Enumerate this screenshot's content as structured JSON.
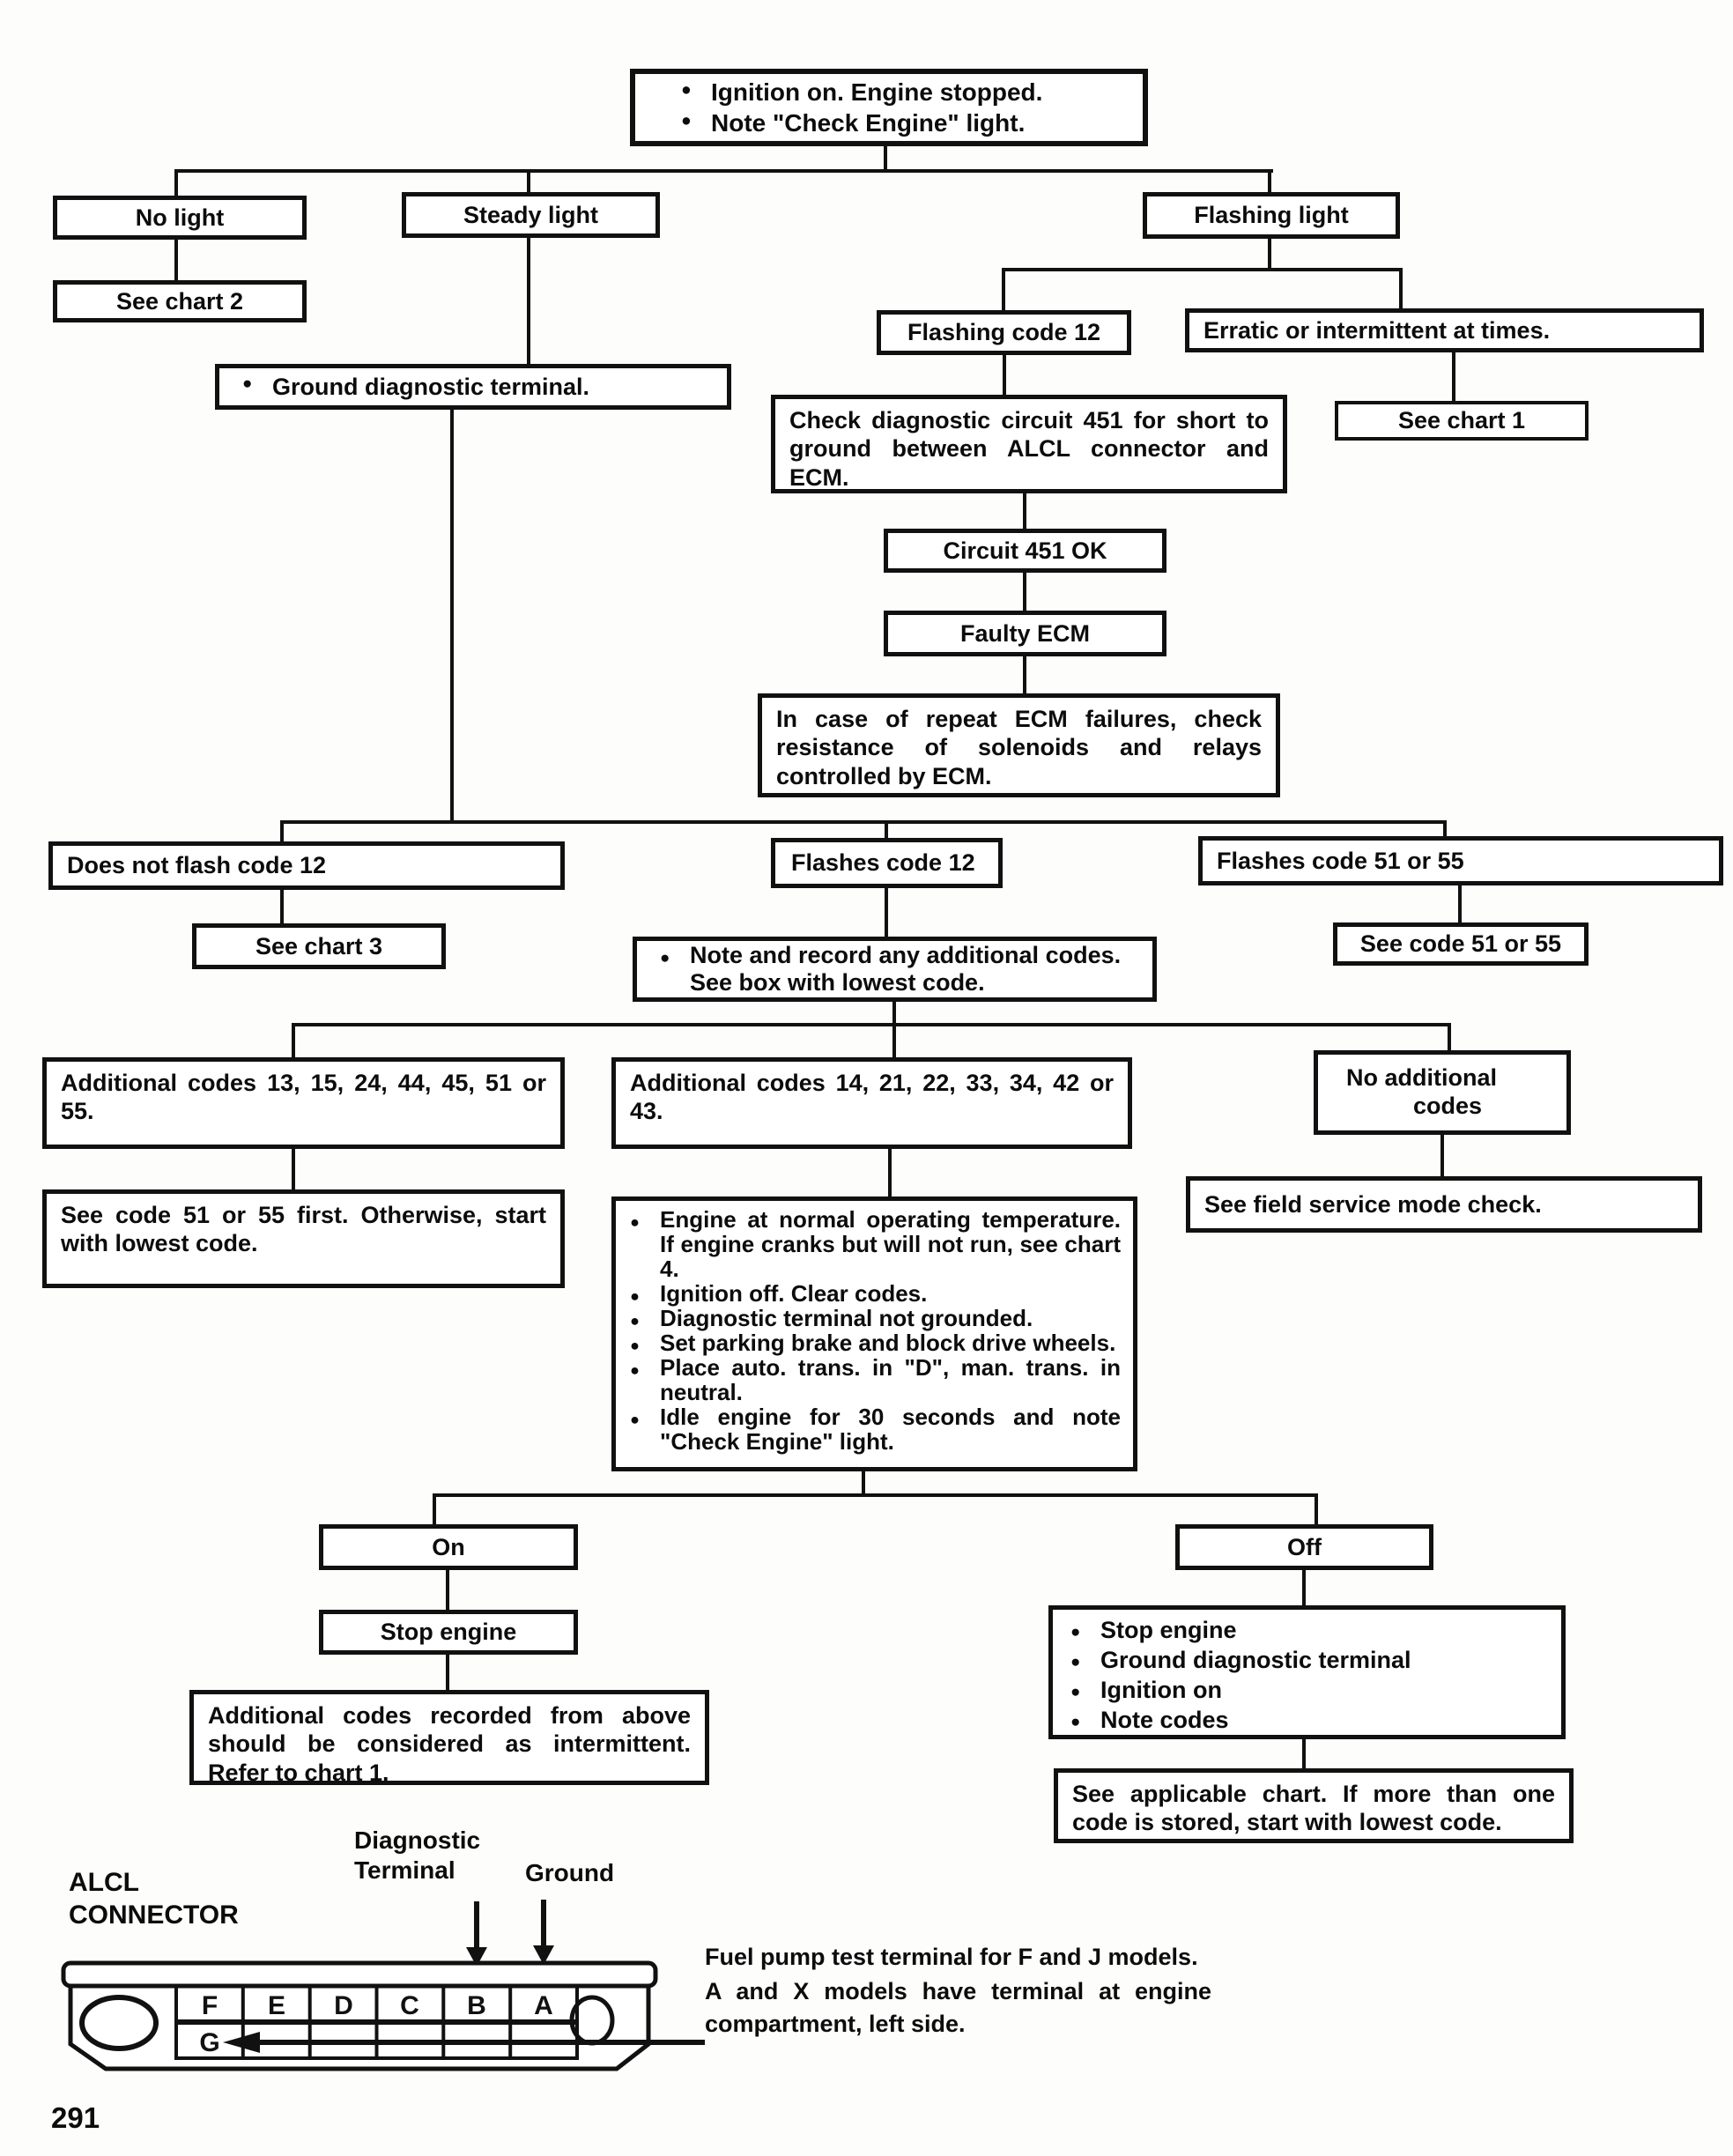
{
  "page": {
    "number": "291"
  },
  "flow": {
    "start": {
      "bullets": [
        "Ignition on. Engine stopped.",
        "Note \"Check Engine\" light."
      ]
    },
    "no_light": {
      "label": "No light"
    },
    "steady_light": {
      "label": "Steady light"
    },
    "flashing_light": {
      "label": "Flashing light"
    },
    "see_chart_2": {
      "label": "See chart 2"
    },
    "ground_diag": {
      "bullets": [
        "Ground diagnostic terminal."
      ]
    },
    "flashing_code_12": {
      "label": "Flashing code 12"
    },
    "erratic": {
      "label": "Erratic or intermittent at times."
    },
    "see_chart_1": {
      "label": "See chart 1"
    },
    "check_circuit": {
      "text": "Check diagnostic circuit 451 for short to ground between ALCL connector and ECM."
    },
    "circuit_ok": {
      "label": "Circuit 451 OK"
    },
    "faulty_ecm": {
      "label": "Faulty ECM"
    },
    "repeat_ecm": {
      "text": "In case of repeat ECM failures, check resistance of solenoids and relays controlled by ECM."
    },
    "does_not_flash": {
      "label": "Does not flash code 12"
    },
    "see_chart_3": {
      "label": "See chart 3"
    },
    "flashes_12": {
      "label": "Flashes code 12"
    },
    "note_record": {
      "bullets": [
        "Note and record any additional codes. See box with lowest code."
      ]
    },
    "flashes_51_55": {
      "label": "Flashes code 51 or 55"
    },
    "see_code_51_55": {
      "label": "See code 51 or 55"
    },
    "add_codes_a": {
      "text": "Additional codes 13, 15, 24, 44, 45, 51 or 55."
    },
    "see_code_first": {
      "text": "See code 51 or 55 first. Otherwise, start with lowest code."
    },
    "add_codes_b": {
      "text": "Additional codes 14, 21, 22, 33, 34, 42 or 43."
    },
    "no_add_codes": {
      "line1": "No additional",
      "line2": "codes"
    },
    "see_field": {
      "label": "See field service mode check."
    },
    "prep_steps": {
      "bullets": [
        "Engine at normal operating temperature. If engine cranks but will not run, see chart 4.",
        "Ignition off. Clear codes.",
        "Diagnostic terminal not grounded.",
        "Set parking brake and block drive wheels.",
        "Place auto. trans. in \"D\", man. trans. in neutral.",
        "Idle engine for 30 seconds and note \"Check Engine\" light."
      ]
    },
    "on": {
      "label": "On"
    },
    "stop_engine": {
      "label": "Stop engine"
    },
    "intermittent": {
      "text": "Additional codes recorded from above should be considered as intermittent. Refer to chart 1."
    },
    "off": {
      "label": "Off"
    },
    "off_steps": {
      "bullets": [
        "Stop engine",
        "Ground diagnostic terminal",
        "Ignition on",
        "Note codes"
      ]
    },
    "see_applicable": {
      "text": "See applicable chart. If more than one code is stored, start with lowest code."
    }
  },
  "connector": {
    "title_line1": "ALCL",
    "title_line2": "CONNECTOR",
    "diag_label_line1": "Diagnostic",
    "diag_label_line2": "Terminal",
    "ground_label": "Ground",
    "terminals_top": [
      "F",
      "E",
      "D",
      "C",
      "B",
      "A"
    ],
    "terminal_bottom": "G",
    "note1": "Fuel pump test terminal for F and J models.",
    "note2": "A and X models have terminal at engine compartment, left side."
  }
}
